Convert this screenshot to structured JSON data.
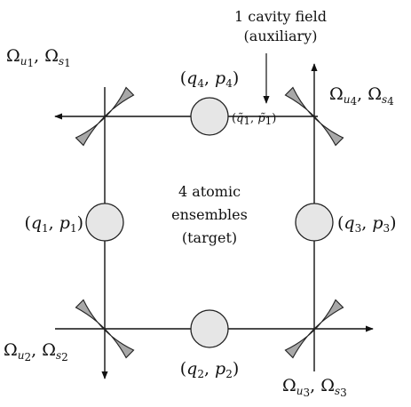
{
  "colors": {
    "line": "#111111",
    "mirror": "#a8a8a8",
    "ensemble": "#e6e6e6",
    "stroke": "#222222"
  },
  "center": {
    "line1": "4 atomic",
    "line2": "ensembles",
    "line3": "(target)"
  },
  "cavity": {
    "line1": "1 cavity field",
    "line2": "(auxiliary)"
  },
  "ensembles": {
    "e1": {
      "q": "q",
      "qsub": "1",
      "p": "p",
      "psub": "1"
    },
    "e2": {
      "q": "q",
      "qsub": "2",
      "p": "p",
      "psub": "2"
    },
    "e3": {
      "q": "q",
      "qsub": "3",
      "p": "p",
      "psub": "3"
    },
    "e4": {
      "q": "q",
      "qsub": "4",
      "p": "p",
      "psub": "4"
    }
  },
  "cavity_label": {
    "q": "q̃",
    "qsub": "1",
    "p": "p̃",
    "psub": "1"
  },
  "omegas": {
    "top_left": {
      "omega": "Ω",
      "a": "u",
      "asub": "1",
      "b": "s",
      "bsub": "1"
    },
    "top_right": {
      "omega": "Ω",
      "a": "u",
      "asub": "4",
      "b": "s",
      "bsub": "4"
    },
    "bottom_left": {
      "omega": "Ω",
      "a": "u",
      "asub": "2",
      "b": "s",
      "bsub": "2"
    },
    "bottom_right": {
      "omega": "Ω",
      "a": "u",
      "asub": "3",
      "b": "s",
      "bsub": "3"
    }
  }
}
